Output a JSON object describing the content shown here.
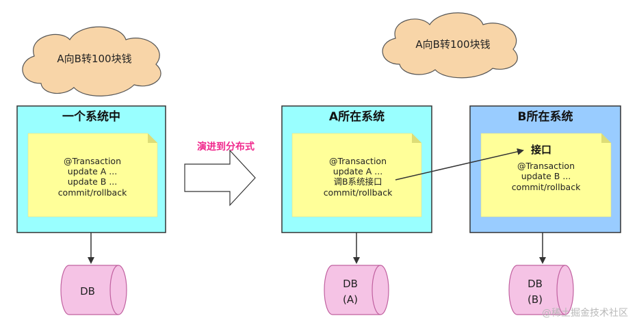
{
  "left": {
    "cloud_text": "A向B转100块钱",
    "system_title": "一个系统中",
    "note_lines": [
      "@Transaction",
      "update A ...",
      "update B ...",
      "commit/rollback"
    ],
    "db_label": "DB"
  },
  "evolve_label": "演进到分布式",
  "right": {
    "cloud_text": "A向B转100块钱",
    "system_a": {
      "title": "A所在系统",
      "note_lines": [
        "@Transaction",
        "update A ...",
        "调B系统接口",
        "commit/rollback"
      ],
      "db_label_1": "DB",
      "db_label_2": "(A)"
    },
    "system_b": {
      "title": "B所在系统",
      "interface_label": "接口",
      "note_lines": [
        "@Transaction",
        "update B ...",
        "commit/rollback"
      ],
      "db_label_1": "DB",
      "db_label_2": "(B)"
    }
  },
  "watermark": "@稀土掘金技术社区",
  "colors": {
    "cyan_box": "#99ffff",
    "blue_box": "#99ccff",
    "note_yellow": "#ffff99",
    "cloud_fill": "#f8d5a8",
    "db_pink": "#f5c3e5",
    "db_stroke": "#c0609f",
    "evolve_pink": "#f0278c"
  }
}
